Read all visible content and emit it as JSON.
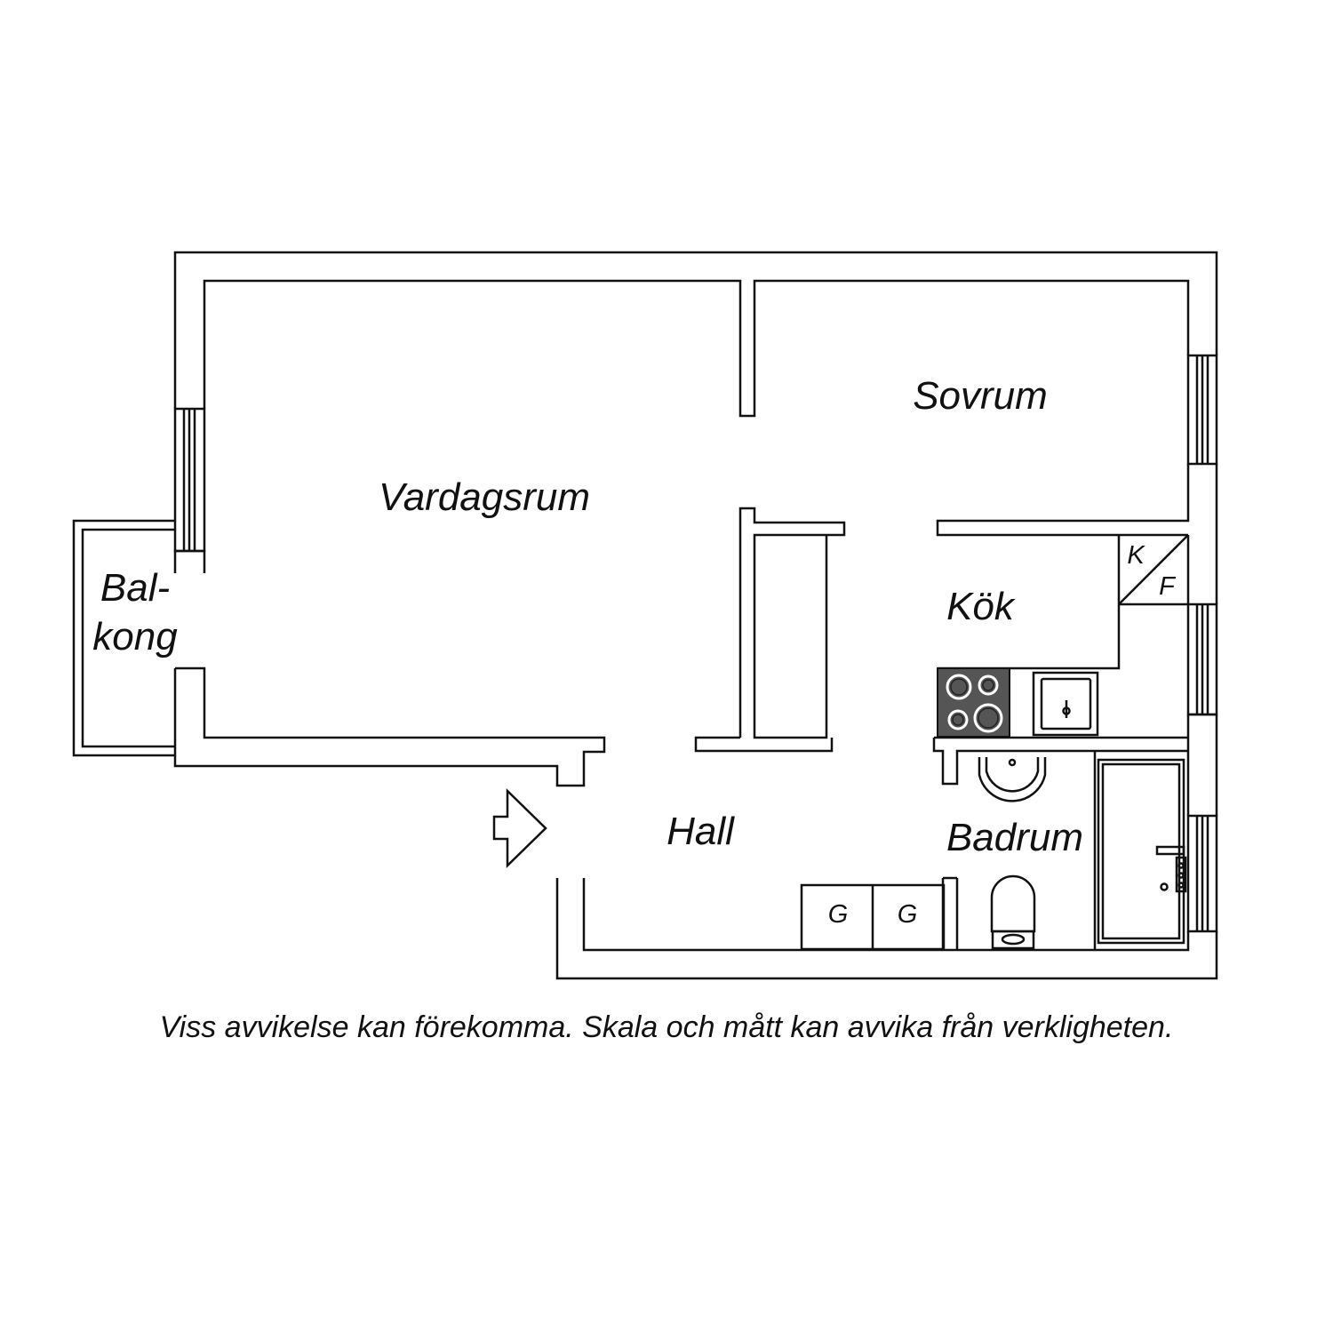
{
  "rooms": {
    "vardagsrum": "Vardagsrum",
    "sovrum": "Sovrum",
    "balkong_line1": "Bal-",
    "balkong_line2": "kong",
    "kok": "Kök",
    "hall": "Hall",
    "badrum": "Badrum"
  },
  "fixtures": {
    "fridge_k": "K",
    "fridge_f": "F",
    "wardrobe_1": "G",
    "wardrobe_2": "G"
  },
  "disclaimer": "Viss avvikelse kan förekomma. Skala och mått kan avvika från verkligheten.",
  "colors": {
    "line": "#111111",
    "stove": "#555555",
    "background": "#ffffff"
  }
}
